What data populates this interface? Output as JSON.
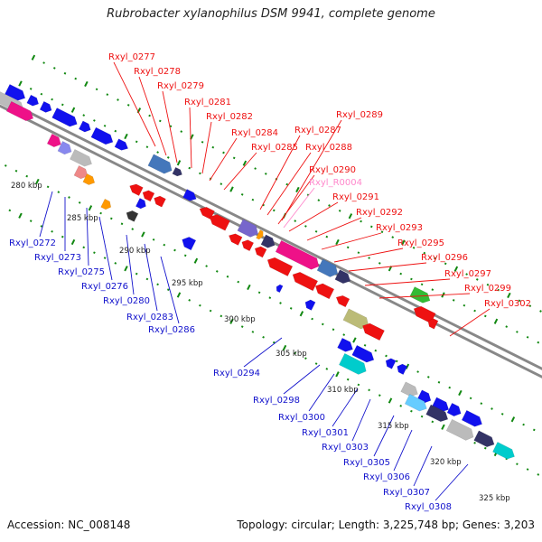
{
  "title": "Rubrobacter xylanophilus DSM 9941, complete genome",
  "footer": {
    "accession": "Accession: NC_008148",
    "stats": "Topology: circular; Length: 3,225,748 bp; Genes: 3,203"
  },
  "colors": {
    "forward_label": "#ee1111",
    "reverse_label": "#1111cc",
    "rna_label": "#ff88cc",
    "backbone": "#888888",
    "tick": "#118811"
  },
  "kbp_labels": [
    "280 kbp",
    "285 kbp",
    "290 kbp",
    "295 kbp",
    "300 kbp",
    "305 kbp",
    "310 kbp",
    "315 kbp",
    "320 kbp",
    "325 kbp"
  ],
  "forward_labels": [
    "Rxyl_0277",
    "Rxyl_0278",
    "Rxyl_0279",
    "Rxyl_0281",
    "Rxyl_0282",
    "Rxyl_0284",
    "Rxyl_0285",
    "Rxyl_0287",
    "Rxyl_0288",
    "Rxyl_0289",
    "Rxyl_0290",
    "Rxyl_R0004",
    "Rxyl_0291",
    "Rxyl_0292",
    "Rxyl_0293",
    "Rxyl_0295",
    "Rxyl_0296",
    "Rxyl_0297",
    "Rxyl_0299",
    "Rxyl_0302"
  ],
  "reverse_labels": [
    "Rxyl_0272",
    "Rxyl_0273",
    "Rxyl_0275",
    "Rxyl_0276",
    "Rxyl_0280",
    "Rxyl_0283",
    "Rxyl_0286",
    "Rxyl_0294",
    "Rxyl_0298",
    "Rxyl_0300",
    "Rxyl_0301",
    "Rxyl_0303",
    "Rxyl_0305",
    "Rxyl_0306",
    "Rxyl_0307",
    "Rxyl_0308"
  ]
}
